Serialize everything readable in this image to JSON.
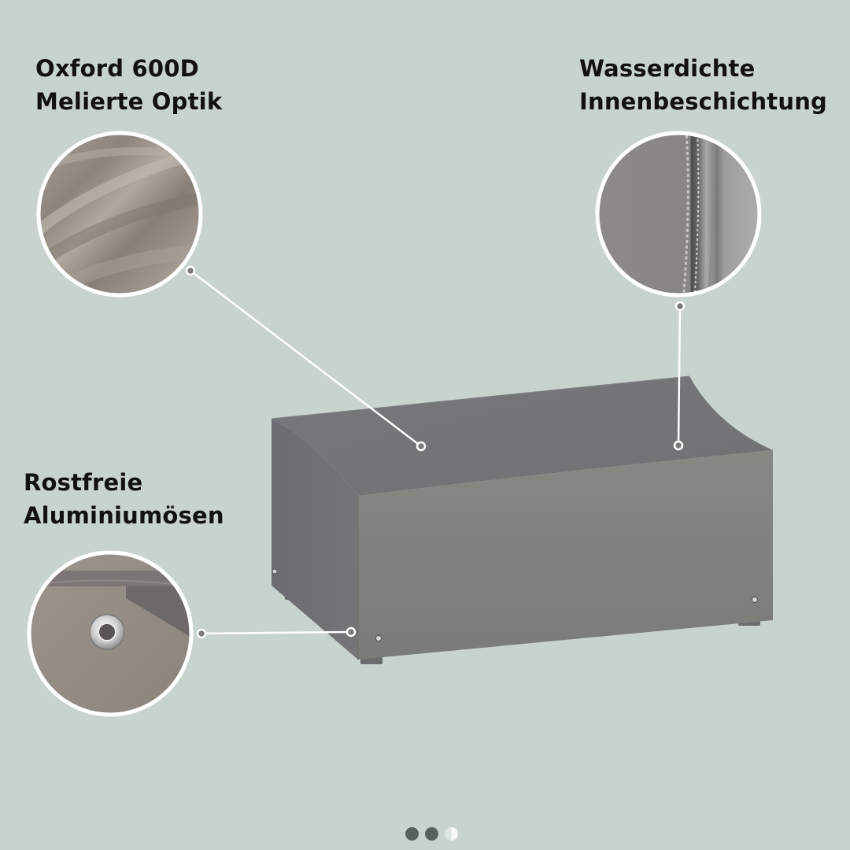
{
  "features": {
    "fabric": {
      "line1": "Oxford 600D",
      "line2": "Melierte Optik"
    },
    "coating": {
      "line1": "Wasserdichte",
      "line2": "Innenbeschichtung"
    },
    "eyelets": {
      "line1": "Rostfreie",
      "line2": "Aluminiumösen"
    }
  },
  "carousel": {
    "slide_count": 3,
    "current_slide": 2
  },
  "colors": {
    "background": "#c9d3ce",
    "cover_grey": "#7d7f7c",
    "callout_line": "#ffffff",
    "text": "#111111"
  },
  "icons": {
    "fabric_detail": "fabric-texture-icon",
    "coating_detail": "seam-detail-icon",
    "eyelet_detail": "eyelet-icon"
  }
}
